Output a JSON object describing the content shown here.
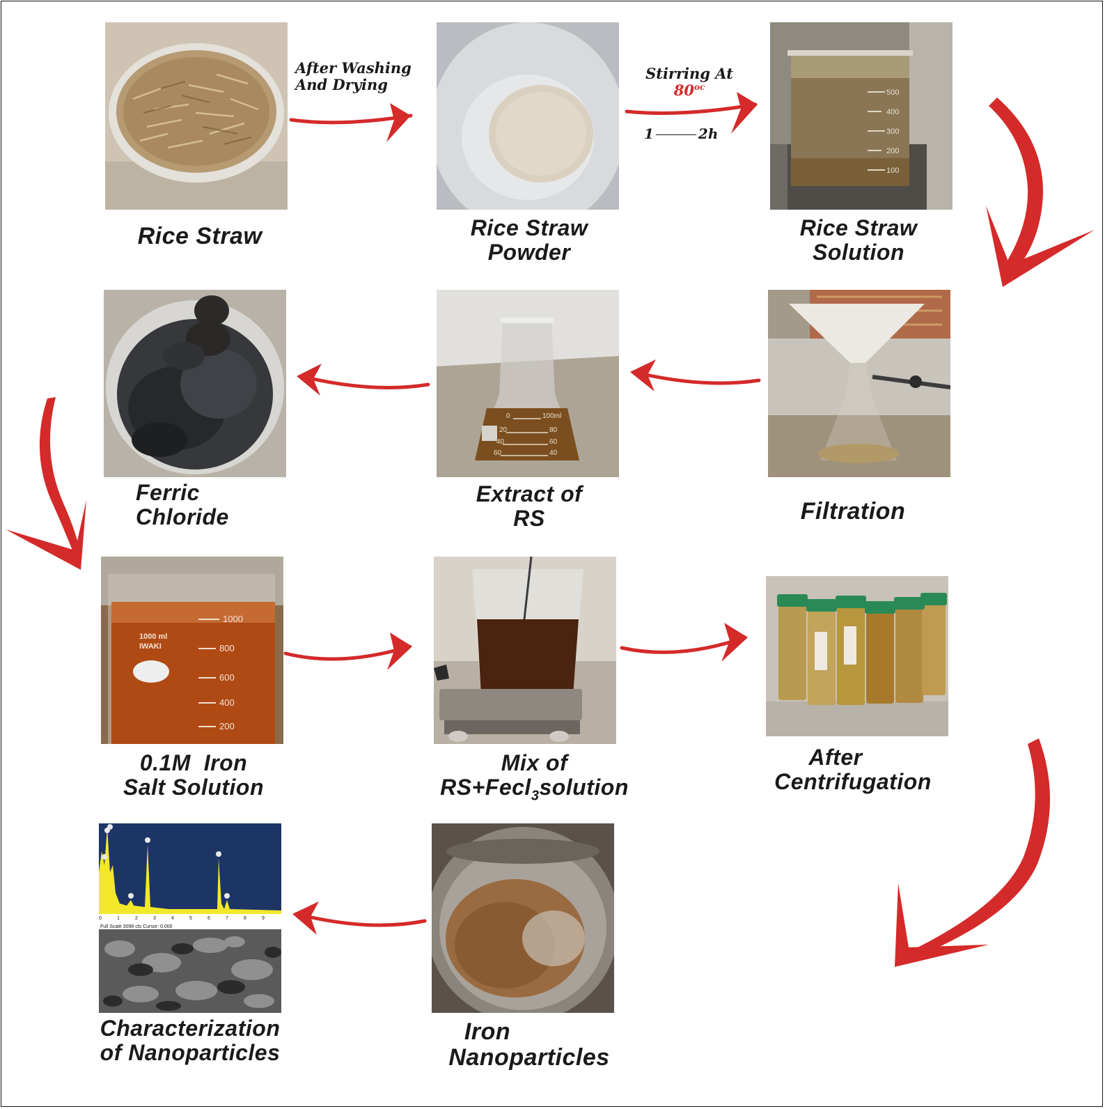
{
  "steps": {
    "rice_straw": {
      "line1": "Rice Straw"
    },
    "rice_straw_powder": {
      "line1": "Rice Straw",
      "line2": "Powder"
    },
    "rice_straw_solution": {
      "line1": "Rice Straw",
      "line2": "Solution"
    },
    "filtration": {
      "line1": "Filtration"
    },
    "extract_rs": {
      "line1": "Extract of",
      "line2": "RS"
    },
    "ferric_chloride": {
      "line1": "Ferric",
      "line2": "Chloride"
    },
    "iron_salt_solution": {
      "line1": "0.1M  Iron",
      "line2": "Salt Solution"
    },
    "mix": {
      "line1": "Mix of",
      "line2_pre": "RS+Fecl",
      "line2_sub": "3",
      "line2_post": "solution"
    },
    "after_centrifugation": {
      "line1": "After",
      "line2": "Centrifugation"
    },
    "iron_nanoparticles": {
      "line1": "Iron",
      "line2": "Nanoparticles"
    },
    "characterization": {
      "line1": "Characterization",
      "line2": "of Nanoparticles"
    }
  },
  "arrow_notes": {
    "washing": {
      "line1": "After Washing",
      "line2": "And Drying"
    },
    "stirring": {
      "line1": "Stirring At",
      "temp": "80",
      "temp_unit": "oc",
      "time_from": "1",
      "time_to": "2h"
    }
  },
  "photo_marks": {
    "beaker_500": [
      "500",
      "400",
      "300",
      "200",
      "100"
    ],
    "flask_scale": [
      "0",
      "100ml",
      "20",
      "80",
      "40",
      "60",
      "60",
      "40"
    ],
    "beaker_1000": {
      "brand": "1000 ml",
      "maker": "IWAKI",
      "marks": [
        "1000",
        "800",
        "600",
        "400",
        "200"
      ]
    },
    "eds_axis": [
      "0",
      "1",
      "2",
      "3",
      "4",
      "5",
      "6",
      "7",
      "8",
      "9"
    ],
    "eds_footer": "Full Scale 3098 cts Cursor: 0.000"
  },
  "colors": {
    "arrow_red": "#d42a2a",
    "label_text": "#1a1a1a",
    "eds_background": "#1d3566",
    "eds_spectrum": "#f2e82a"
  }
}
